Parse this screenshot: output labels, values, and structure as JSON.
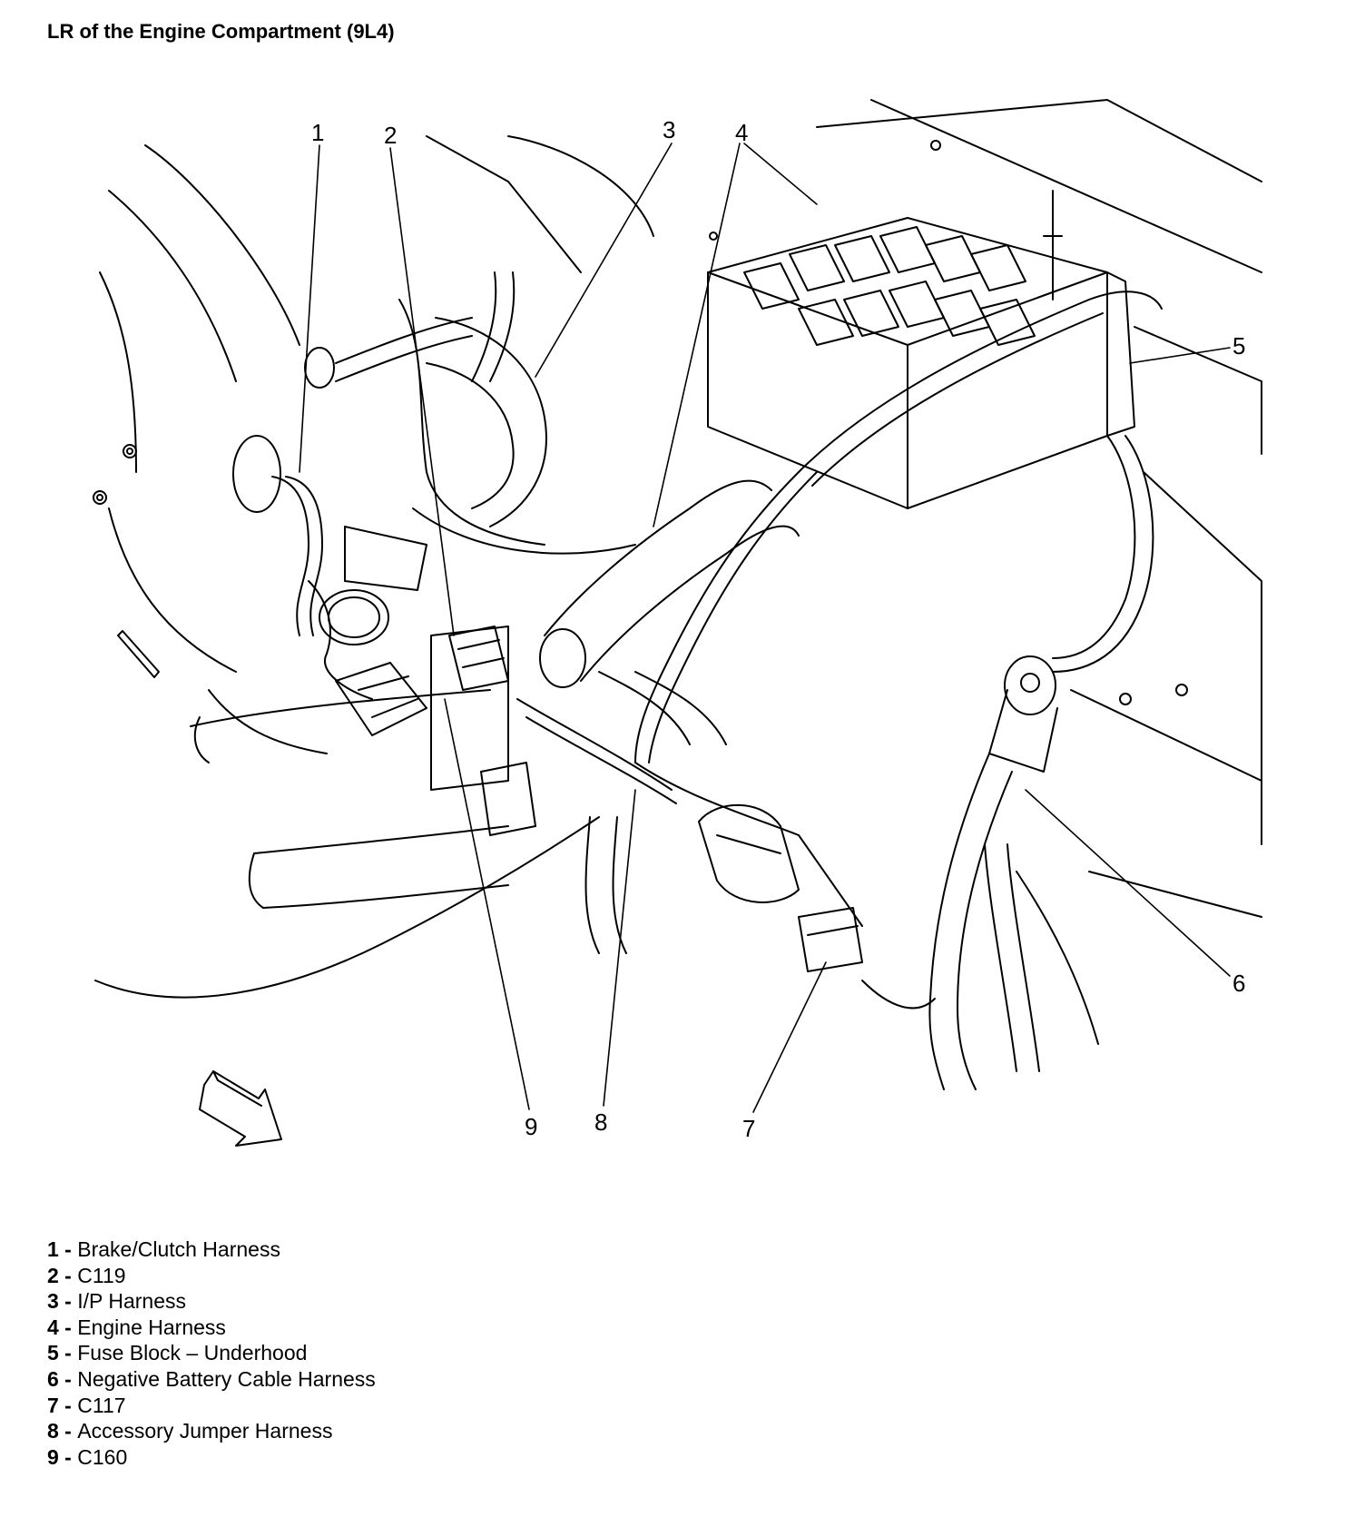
{
  "title": "LR of the Engine Compartment (9L4)",
  "callouts": [
    "1",
    "2",
    "3",
    "4",
    "5",
    "6",
    "7",
    "8",
    "9"
  ],
  "legend": [
    {
      "num": "1",
      "sep": " - ",
      "label": "Brake/Clutch Harness"
    },
    {
      "num": "2",
      "sep": " - ",
      "label": "C119"
    },
    {
      "num": "3",
      "sep": " - ",
      "label": "I/P Harness"
    },
    {
      "num": "4",
      "sep": " - ",
      "label": "Engine Harness"
    },
    {
      "num": "5",
      "sep": " - ",
      "label": "Fuse Block – Underhood"
    },
    {
      "num": "6",
      "sep": " - ",
      "label": "Negative Battery Cable Harness"
    },
    {
      "num": "7",
      "sep": " - ",
      "label": "C117"
    },
    {
      "num": "8",
      "sep": " - ",
      "label": "Accessory Jumper Harness"
    },
    {
      "num": "9",
      "sep": " - ",
      "label": "C160"
    }
  ]
}
